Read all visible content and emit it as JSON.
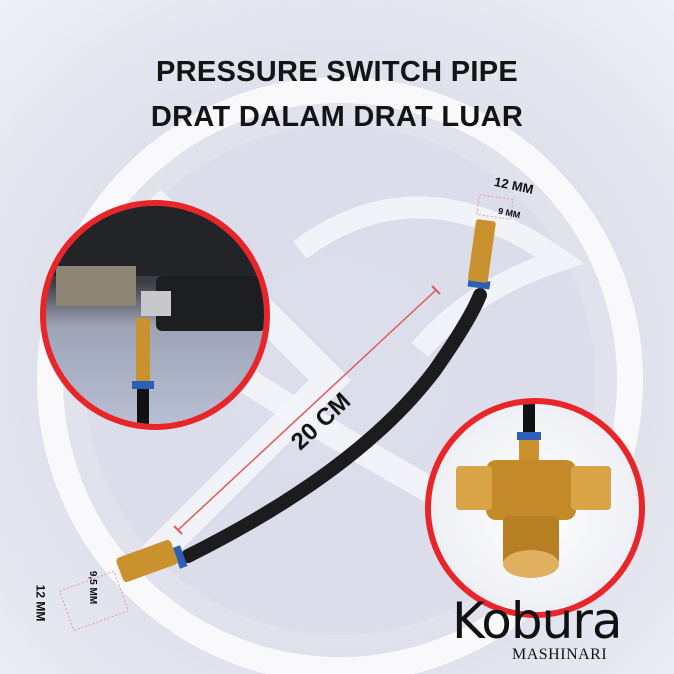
{
  "title": {
    "line1": "PRESSURE SWITCH PIPE",
    "line2": "DRAT DALAM DRAT LUAR"
  },
  "dimensions": {
    "top_fitting_outer": "12 MM",
    "top_fitting_inner": "9 MM",
    "bottom_fitting_outer": "12 MM",
    "bottom_fitting_inner": "9,5 MM",
    "hose_length": "20 CM"
  },
  "brand": {
    "name": "Kobura",
    "subtitle": "MASHINARI"
  },
  "colors": {
    "accent_red": "#e8262a",
    "hose": "#1c1c1e",
    "brass": "#c9922e",
    "ring_blue": "#2d5fb8",
    "watermark": "#c9cde0"
  }
}
